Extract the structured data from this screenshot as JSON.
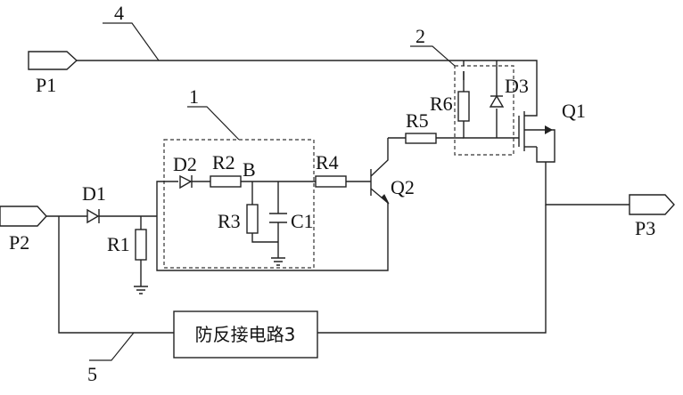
{
  "diagram": {
    "ports": {
      "p1": "P1",
      "p2": "P2",
      "p3": "P3"
    },
    "components": {
      "d1": "D1",
      "d2": "D2",
      "d3": "D3",
      "r1": "R1",
      "r2": "R2",
      "r3": "R3",
      "r4": "R4",
      "r5": "R5",
      "r6": "R6",
      "c1": "C1",
      "q1": "Q1",
      "q2": "Q2",
      "node_b": "B"
    },
    "blocks": {
      "anti_reverse": "防反接电路3"
    },
    "callouts": {
      "c1": "1",
      "c2": "2",
      "c4": "4",
      "c5": "5"
    }
  }
}
